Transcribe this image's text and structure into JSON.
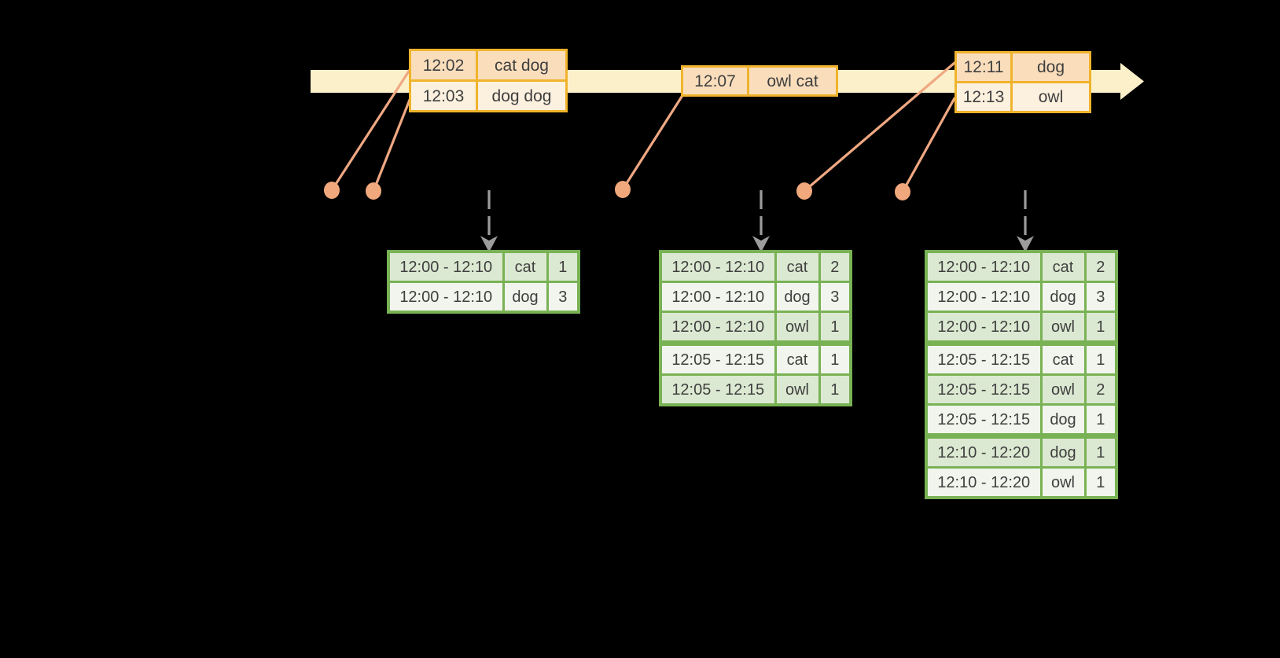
{
  "colors": {
    "background": "#000000",
    "timeline_band": "#FBF0CA",
    "event_table_border": "#F0B32C",
    "event_row_fill_dark": "#FADEBC",
    "event_row_fill_light": "#FCF0DE",
    "connector_line": "#EFA882",
    "event_dot": "#F0A87C",
    "trigger_arrow": "#9C9C9C",
    "result_table_border": "#79B254",
    "result_row_fill_dark": "#DCE9D2",
    "result_row_fill_light": "#F1F5ED",
    "table_text": "#3F3F3F"
  },
  "icons": {
    "timeline_arrowhead": "right-arrowhead",
    "event_dot": "filled-circle",
    "trigger_arrow": "dashed-down-arrow"
  },
  "event_tables": [
    {
      "rows": [
        [
          "12:02",
          "cat dog"
        ],
        [
          "12:03",
          "dog dog"
        ]
      ]
    },
    {
      "rows": [
        [
          "12:07",
          "owl cat"
        ]
      ]
    },
    {
      "rows": [
        [
          "12:11",
          "dog"
        ],
        [
          "12:13",
          "owl"
        ]
      ]
    }
  ],
  "result_tables": [
    {
      "groups": [
        2
      ],
      "rows": [
        [
          "12:00 - 12:10",
          "cat",
          "1"
        ],
        [
          "12:00 - 12:10",
          "dog",
          "3"
        ]
      ]
    },
    {
      "groups": [
        3,
        2
      ],
      "rows": [
        [
          "12:00 - 12:10",
          "cat",
          "2"
        ],
        [
          "12:00 - 12:10",
          "dog",
          "3"
        ],
        [
          "12:00 - 12:10",
          "owl",
          "1"
        ],
        [
          "12:05 - 12:15",
          "cat",
          "1"
        ],
        [
          "12:05 - 12:15",
          "owl",
          "1"
        ]
      ]
    },
    {
      "groups": [
        3,
        3,
        2
      ],
      "rows": [
        [
          "12:00 - 12:10",
          "cat",
          "2"
        ],
        [
          "12:00 - 12:10",
          "dog",
          "3"
        ],
        [
          "12:00 - 12:10",
          "owl",
          "1"
        ],
        [
          "12:05 - 12:15",
          "cat",
          "1"
        ],
        [
          "12:05 - 12:15",
          "owl",
          "2"
        ],
        [
          "12:05 - 12:15",
          "dog",
          "1"
        ],
        [
          "12:10 - 12:20",
          "dog",
          "1"
        ],
        [
          "12:10 - 12:20",
          "owl",
          "1"
        ]
      ]
    }
  ]
}
